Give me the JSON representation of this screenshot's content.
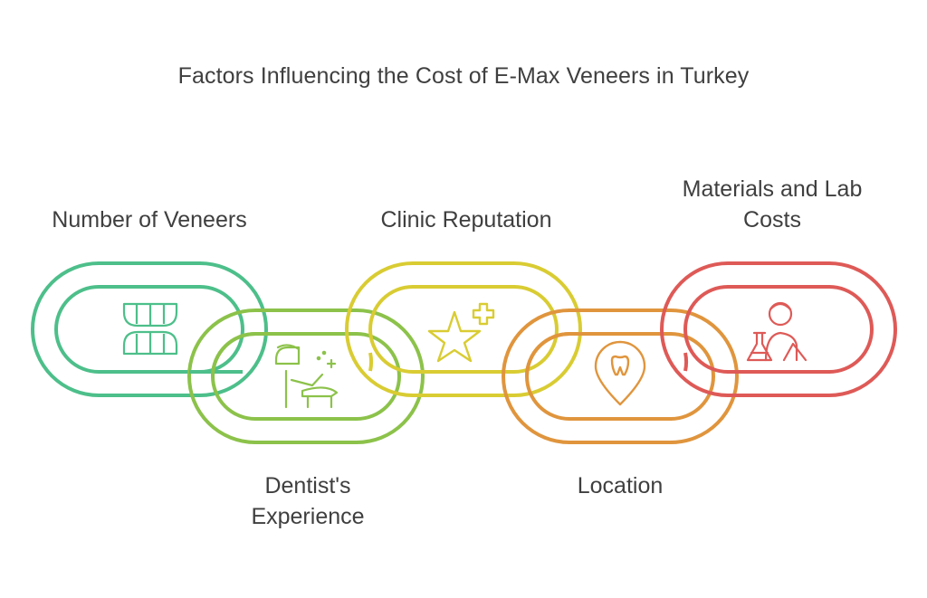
{
  "title": "Factors Influencing the Cost of E-Max Veneers in Turkey",
  "links": [
    {
      "label": "Number of Veneers",
      "color": "#4dbf8a",
      "icon": "teeth-icon"
    },
    {
      "label": "Dentist's Experience",
      "color": "#8cc24a",
      "icon": "dentist-icon"
    },
    {
      "label": "Clinic Reputation",
      "color": "#d9cc33",
      "icon": "star-plus-icon"
    },
    {
      "label": "Location",
      "color": "#e0953d",
      "icon": "tooth-location-icon"
    },
    {
      "label": "Materials and Lab Costs",
      "color": "#de5a57",
      "icon": "lab-technician-icon"
    }
  ]
}
